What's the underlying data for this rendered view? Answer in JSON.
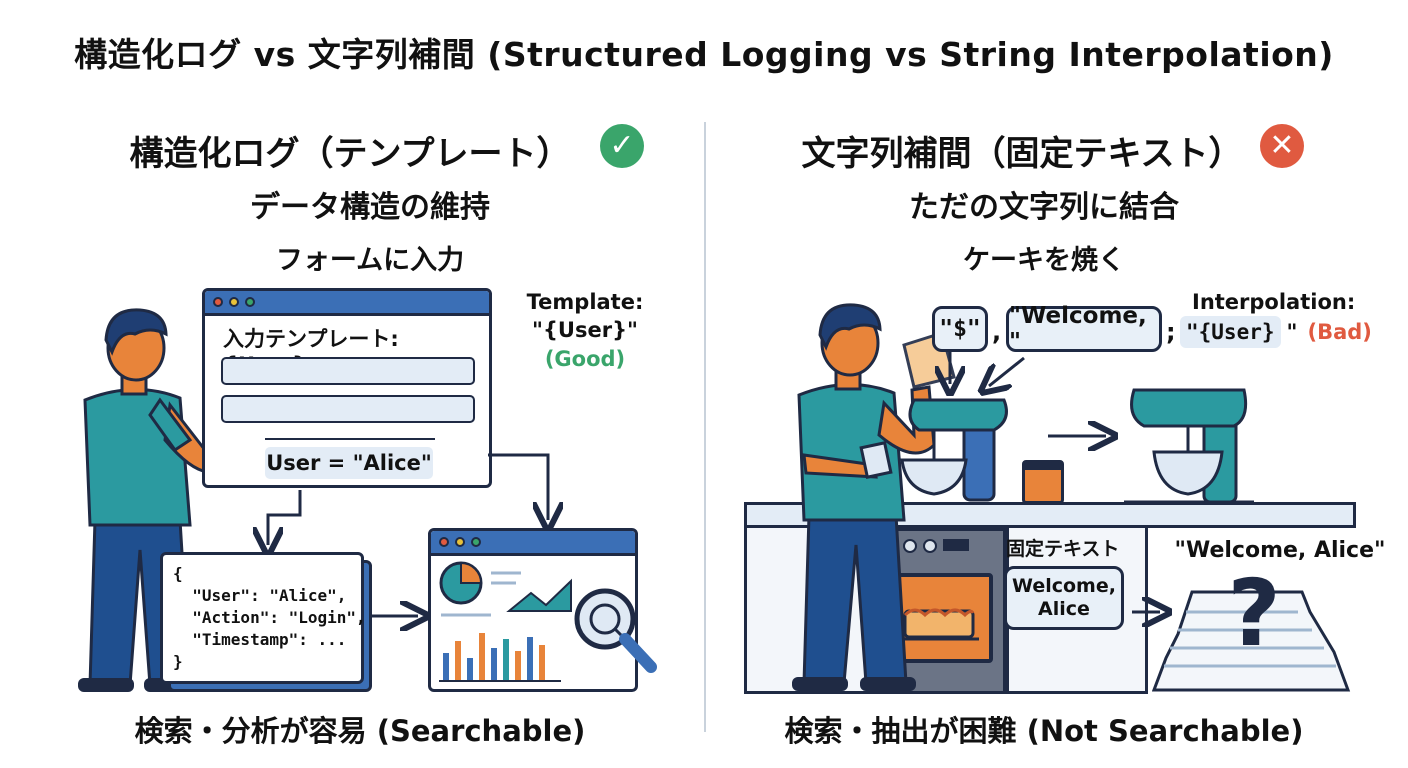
{
  "title": "構造化ログ vs 文字列補間 (Structured Logging vs String Interpolation)",
  "left": {
    "heading": "構造化ログ（テンプレート）",
    "badge_icon": "check-icon",
    "badge_glyph": "✓",
    "subheading": "データ構造の維持",
    "subheading2": "フォームに入力",
    "form_label": "入力テンプレート: {User}",
    "filled_value": "User = \"Alice\"",
    "template_label": "Template:",
    "template_value": "\"{User}\"",
    "template_note": "(Good)",
    "json_lines": [
      "{",
      "  \"User\": \"Alice\",",
      "  \"Action\": \"Login\",",
      "  \"Timestamp\": ...",
      "}"
    ],
    "footer": "検索・分析が容易 (Searchable)"
  },
  "right": {
    "heading": "文字列補間（固定テキスト）",
    "badge_icon": "cross-icon",
    "badge_glyph": "✕",
    "subheading": "ただの文字列に結合",
    "subheading2": "ケーキを焼く",
    "bubble_dollar": "\"$\"",
    "comma1": ",",
    "bubble_welcome": "\"Welcome, \"",
    "comma2": ";",
    "bubble_user": "\"{User}",
    "bubble_user_quote": "\"",
    "interp_label": "Interpolation:",
    "interp_note": "(Bad)",
    "fixed_text_label": "固定テキスト",
    "oven_bubble": "Welcome,\nAlice",
    "result_text": "\"Welcome, Alice\"",
    "question_glyph": "?",
    "footer": "検索・抽出が困難 (Not Searchable)"
  },
  "colors": {
    "accent_blue": "#3b6fb6",
    "teal": "#2b9aa0",
    "orange": "#e8843a",
    "good_green": "#3aa56b",
    "bad_red": "#e05a40",
    "outline": "#1f2a44"
  }
}
